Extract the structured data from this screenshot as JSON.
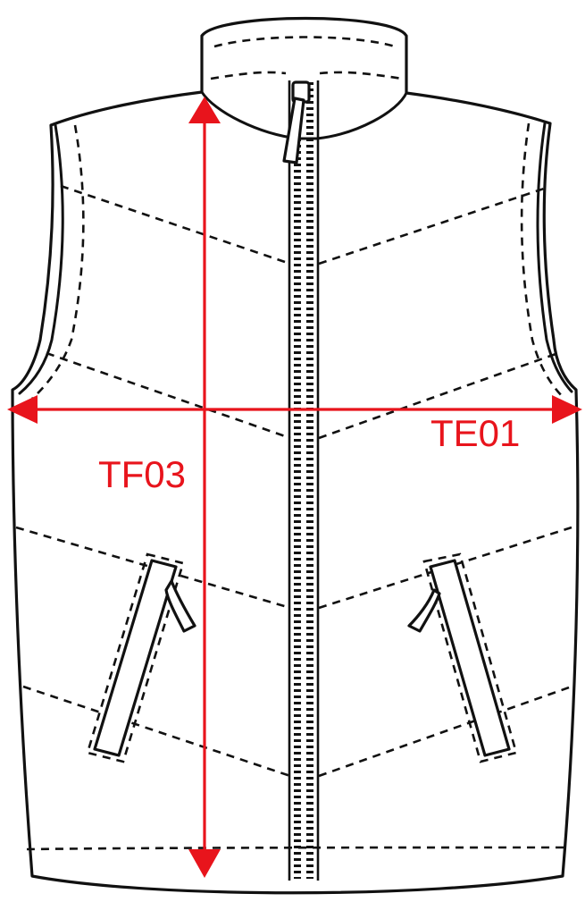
{
  "colors": {
    "measure": "#e8141c",
    "outline": "#111111",
    "background": "#ffffff"
  },
  "measurements": [
    {
      "id": "TE01",
      "label": "TE01",
      "direction": "horizontal"
    },
    {
      "id": "TF03",
      "label": "TF03",
      "direction": "vertical"
    }
  ]
}
